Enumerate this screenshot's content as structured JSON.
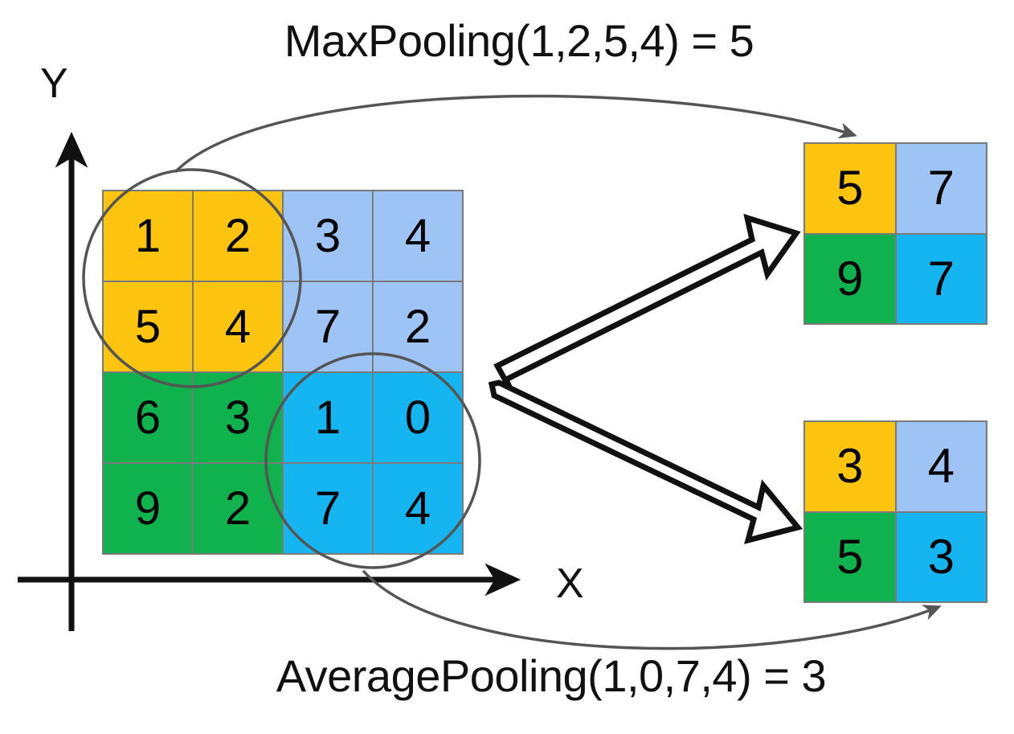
{
  "captions": {
    "top": "MaxPooling(1,2,5,4) = 5",
    "bottom": "AveragePooling(1,0,7,4) = 3"
  },
  "axes": {
    "y_label": "Y",
    "x_label": "X"
  },
  "colors": {
    "yellow": "#fcc40f",
    "light_blue": "#9dc4f4",
    "green": "#0fb24c",
    "cyan": "#14b5f0",
    "grid_line": "#7a7a7a",
    "arrow": "#000000",
    "curve": "#555555"
  },
  "chart_data": {
    "type": "table",
    "title": "Max pooling and average pooling of a 4x4 feature map with 2x2 pooling windows",
    "input": {
      "name": "input-feature-map",
      "rows": 4,
      "cols": 4,
      "values": [
        [
          1,
          2,
          3,
          4
        ],
        [
          5,
          4,
          7,
          2
        ],
        [
          6,
          3,
          1,
          0
        ],
        [
          9,
          2,
          7,
          4
        ]
      ],
      "quadrant_colors": [
        [
          "yellow",
          "yellow",
          "light_blue",
          "light_blue"
        ],
        [
          "yellow",
          "yellow",
          "light_blue",
          "light_blue"
        ],
        [
          "green",
          "green",
          "cyan",
          "cyan"
        ],
        [
          "green",
          "green",
          "cyan",
          "cyan"
        ]
      ]
    },
    "max_pooling_output": {
      "name": "max-pooling-output",
      "rows": 2,
      "cols": 2,
      "values": [
        [
          5,
          7
        ],
        [
          9,
          7
        ]
      ],
      "quadrant_colors": [
        [
          "yellow",
          "light_blue"
        ],
        [
          "green",
          "cyan"
        ]
      ]
    },
    "average_pooling_output": {
      "name": "average-pooling-output",
      "rows": 2,
      "cols": 2,
      "values": [
        [
          3,
          4
        ],
        [
          5,
          3
        ]
      ],
      "quadrant_colors": [
        [
          "yellow",
          "light_blue"
        ],
        [
          "green",
          "cyan"
        ]
      ]
    },
    "annotations": [
      "MaxPooling(1,2,5,4) = 5",
      "AveragePooling(1,0,7,4) = 3"
    ],
    "highlight_circles": [
      {
        "name": "top-left-window",
        "covers": [
          1,
          2,
          5,
          4
        ]
      },
      {
        "name": "bottom-right-window",
        "covers": [
          1,
          0,
          7,
          4
        ]
      }
    ]
  },
  "cells": {
    "input": [
      {
        "v": "1",
        "color": "c-yellow"
      },
      {
        "v": "2",
        "color": "c-yellow"
      },
      {
        "v": "3",
        "color": "c-lightblue"
      },
      {
        "v": "4",
        "color": "c-lightblue"
      },
      {
        "v": "5",
        "color": "c-yellow"
      },
      {
        "v": "4",
        "color": "c-yellow"
      },
      {
        "v": "7",
        "color": "c-lightblue"
      },
      {
        "v": "2",
        "color": "c-lightblue"
      },
      {
        "v": "6",
        "color": "c-green"
      },
      {
        "v": "3",
        "color": "c-green"
      },
      {
        "v": "1",
        "color": "c-cyan"
      },
      {
        "v": "0",
        "color": "c-cyan"
      },
      {
        "v": "9",
        "color": "c-green"
      },
      {
        "v": "2",
        "color": "c-green"
      },
      {
        "v": "7",
        "color": "c-cyan"
      },
      {
        "v": "4",
        "color": "c-cyan"
      }
    ],
    "max": [
      {
        "v": "5",
        "color": "c-yellow"
      },
      {
        "v": "7",
        "color": "c-lightblue"
      },
      {
        "v": "9",
        "color": "c-green"
      },
      {
        "v": "7",
        "color": "c-cyan"
      }
    ],
    "avg": [
      {
        "v": "3",
        "color": "c-yellow"
      },
      {
        "v": "4",
        "color": "c-lightblue"
      },
      {
        "v": "5",
        "color": "c-green"
      },
      {
        "v": "3",
        "color": "c-cyan"
      }
    ]
  }
}
